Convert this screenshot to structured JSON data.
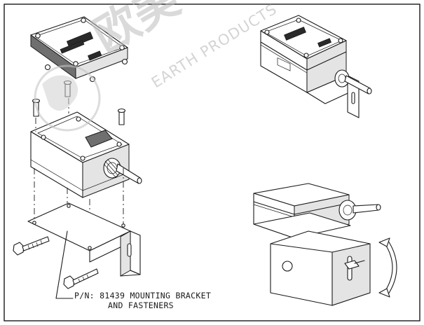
{
  "callout": {
    "line1": "P/N: 81439 MOUNTING BRACKET",
    "line2": "AND FASTENERS"
  },
  "watermark": {
    "characters": "欧美",
    "text": "EARTH PRODUCTS"
  },
  "colors": {
    "ink": "#1a1a1a",
    "shade": "#6f6f6f",
    "watermark": "#bdbdbd"
  }
}
